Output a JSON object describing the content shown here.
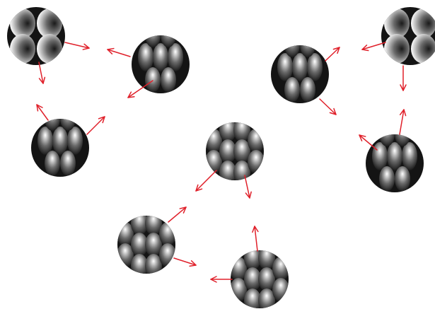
{
  "colors": {
    "background": "#ffffff",
    "disc": "#141414",
    "arrow": "#e0202a",
    "shade_dark": "#1a1a1a",
    "shade_light": "#ffffff"
  },
  "groups": [
    {
      "name": "left-triangle",
      "discs": [
        {
          "name": "circle-top-left",
          "pattern": "grid"
        },
        {
          "name": "circle-upper-middle",
          "pattern": "offset"
        },
        {
          "name": "circle-left-bottom",
          "pattern": "offset"
        }
      ]
    },
    {
      "name": "right-triangle",
      "discs": [
        {
          "name": "circle-center-right",
          "pattern": "offset"
        },
        {
          "name": "circle-top-right",
          "pattern": "grid"
        },
        {
          "name": "circle-right-bottom",
          "pattern": "offset"
        }
      ]
    },
    {
      "name": "bottom-triangle",
      "discs": [
        {
          "name": "circle-center",
          "pattern": "diamond"
        },
        {
          "name": "circle-bottom-left",
          "pattern": "diamond"
        },
        {
          "name": "circle-bottom-right",
          "pattern": "diamond"
        }
      ]
    }
  ]
}
